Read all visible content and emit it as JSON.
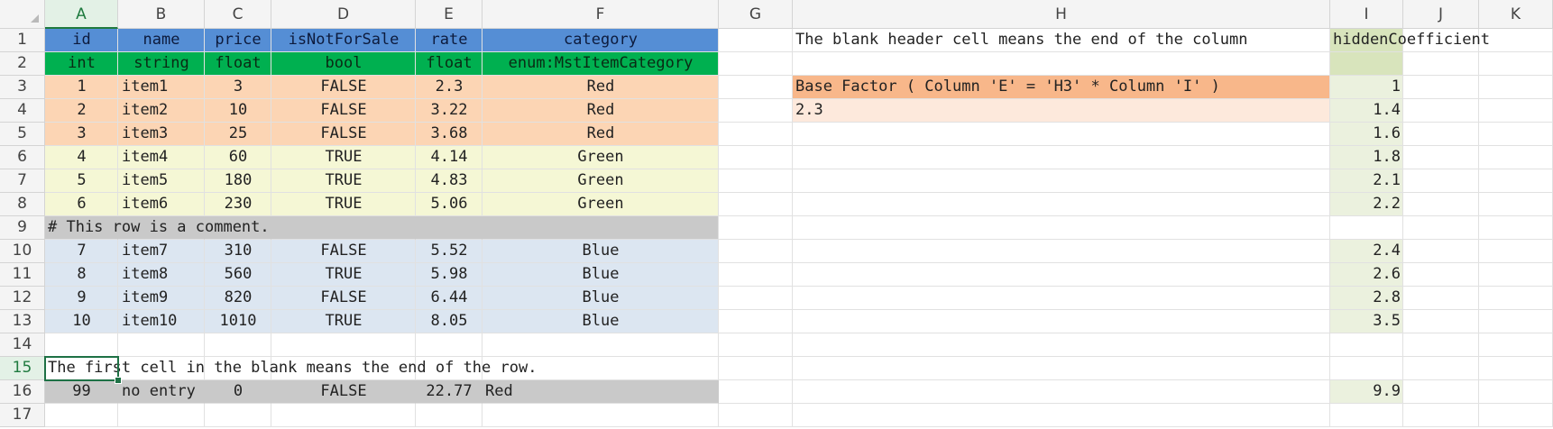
{
  "columns": [
    {
      "letter": "A",
      "selected": true
    },
    {
      "letter": "B"
    },
    {
      "letter": "C"
    },
    {
      "letter": "D"
    },
    {
      "letter": "E"
    },
    {
      "letter": "F"
    },
    {
      "letter": "G"
    },
    {
      "letter": "H"
    },
    {
      "letter": "I"
    },
    {
      "letter": "J"
    },
    {
      "letter": "K"
    }
  ],
  "rows": [
    "1",
    "2",
    "3",
    "4",
    "5",
    "6",
    "7",
    "8",
    "9",
    "10",
    "11",
    "12",
    "13",
    "14",
    "15",
    "16",
    "17"
  ],
  "selected_row": 15,
  "selected_cell": "A15",
  "colors": {
    "header_blue": "#558ED5",
    "type_green": "#00B050",
    "band_orange": "#FCD5B4",
    "band_yellow": "#F5F7D5",
    "band_blue": "#DCE6F1",
    "comment_gray": "#C9C9C9",
    "note_orange": "#F8B78A",
    "note_light": "#FDE9DC",
    "coef_green": "#D8E4BC",
    "coef_light": "#EBF1DE"
  },
  "table": {
    "header": [
      "id",
      "name",
      "price",
      "isNotForSale",
      "rate",
      "category"
    ],
    "types": [
      "int",
      "string",
      "float",
      "bool",
      "float",
      "enum:MstItemCategory"
    ],
    "data_rows": [
      {
        "row": 3,
        "cells": [
          "1",
          "item1",
          "3",
          "FALSE",
          "2.3",
          "Red"
        ]
      },
      {
        "row": 4,
        "cells": [
          "2",
          "item2",
          "10",
          "FALSE",
          "3.22",
          "Red"
        ]
      },
      {
        "row": 5,
        "cells": [
          "3",
          "item3",
          "25",
          "FALSE",
          "3.68",
          "Red"
        ]
      },
      {
        "row": 6,
        "cells": [
          "4",
          "item4",
          "60",
          "TRUE",
          "4.14",
          "Green"
        ]
      },
      {
        "row": 7,
        "cells": [
          "5",
          "item5",
          "180",
          "TRUE",
          "4.83",
          "Green"
        ]
      },
      {
        "row": 8,
        "cells": [
          "6",
          "item6",
          "230",
          "TRUE",
          "5.06",
          "Green"
        ]
      },
      {
        "row": 10,
        "cells": [
          "7",
          "item7",
          "310",
          "FALSE",
          "5.52",
          "Blue"
        ]
      },
      {
        "row": 11,
        "cells": [
          "8",
          "item8",
          "560",
          "TRUE",
          "5.98",
          "Blue"
        ]
      },
      {
        "row": 12,
        "cells": [
          "9",
          "item9",
          "820",
          "FALSE",
          "6.44",
          "Blue"
        ]
      },
      {
        "row": 13,
        "cells": [
          "10",
          "item10",
          "1010",
          "TRUE",
          "8.05",
          "Blue"
        ]
      }
    ],
    "comment_row": "# This row is a comment.",
    "end_row_note": "The first cell in the blank means the end of the row.",
    "ignored_row": [
      "99",
      "no entry",
      "0",
      "FALSE",
      "22.77",
      "Red"
    ]
  },
  "notes": {
    "blank_header_note": "The blank header cell means the end of the column",
    "base_factor_label": "Base Factor ( Column 'E' = 'H3' * Column 'I' )",
    "base_factor_value": "2.3"
  },
  "hidden_column": {
    "header": "hiddenCoefficient",
    "values": [
      {
        "row": 3,
        "value": "1"
      },
      {
        "row": 4,
        "value": "1.4"
      },
      {
        "row": 5,
        "value": "1.6"
      },
      {
        "row": 6,
        "value": "1.8"
      },
      {
        "row": 7,
        "value": "2.1"
      },
      {
        "row": 8,
        "value": "2.2"
      },
      {
        "row": 10,
        "value": "2.4"
      },
      {
        "row": 11,
        "value": "2.6"
      },
      {
        "row": 12,
        "value": "2.8"
      },
      {
        "row": 13,
        "value": "3.5"
      },
      {
        "row": 16,
        "value": "9.9"
      }
    ]
  }
}
